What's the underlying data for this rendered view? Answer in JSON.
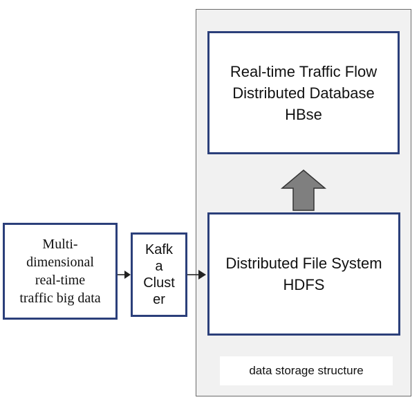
{
  "diagram": {
    "nodes": {
      "hbase": {
        "text": "Real-time Traffic Flow\nDistributed Database\nHBse"
      },
      "hdfs": {
        "text": "Distributed File System\nHDFS"
      },
      "source": {
        "text": "Multi-\ndimensional\nreal-time\ntraffic big data"
      },
      "kafka": {
        "text": "Kafk\na\nClust\ner"
      }
    },
    "container_caption": "data storage structure",
    "colors": {
      "box_border": "#2b3f7a",
      "panel_background": "#f1f1f1",
      "arrow_fill": "#7f7f7f"
    },
    "edges": [
      {
        "from": "source",
        "to": "kafka",
        "style": "line-arrow"
      },
      {
        "from": "kafka",
        "to": "hdfs",
        "style": "line-arrow"
      },
      {
        "from": "hdfs",
        "to": "hbase",
        "style": "block-arrow-up"
      }
    ]
  }
}
